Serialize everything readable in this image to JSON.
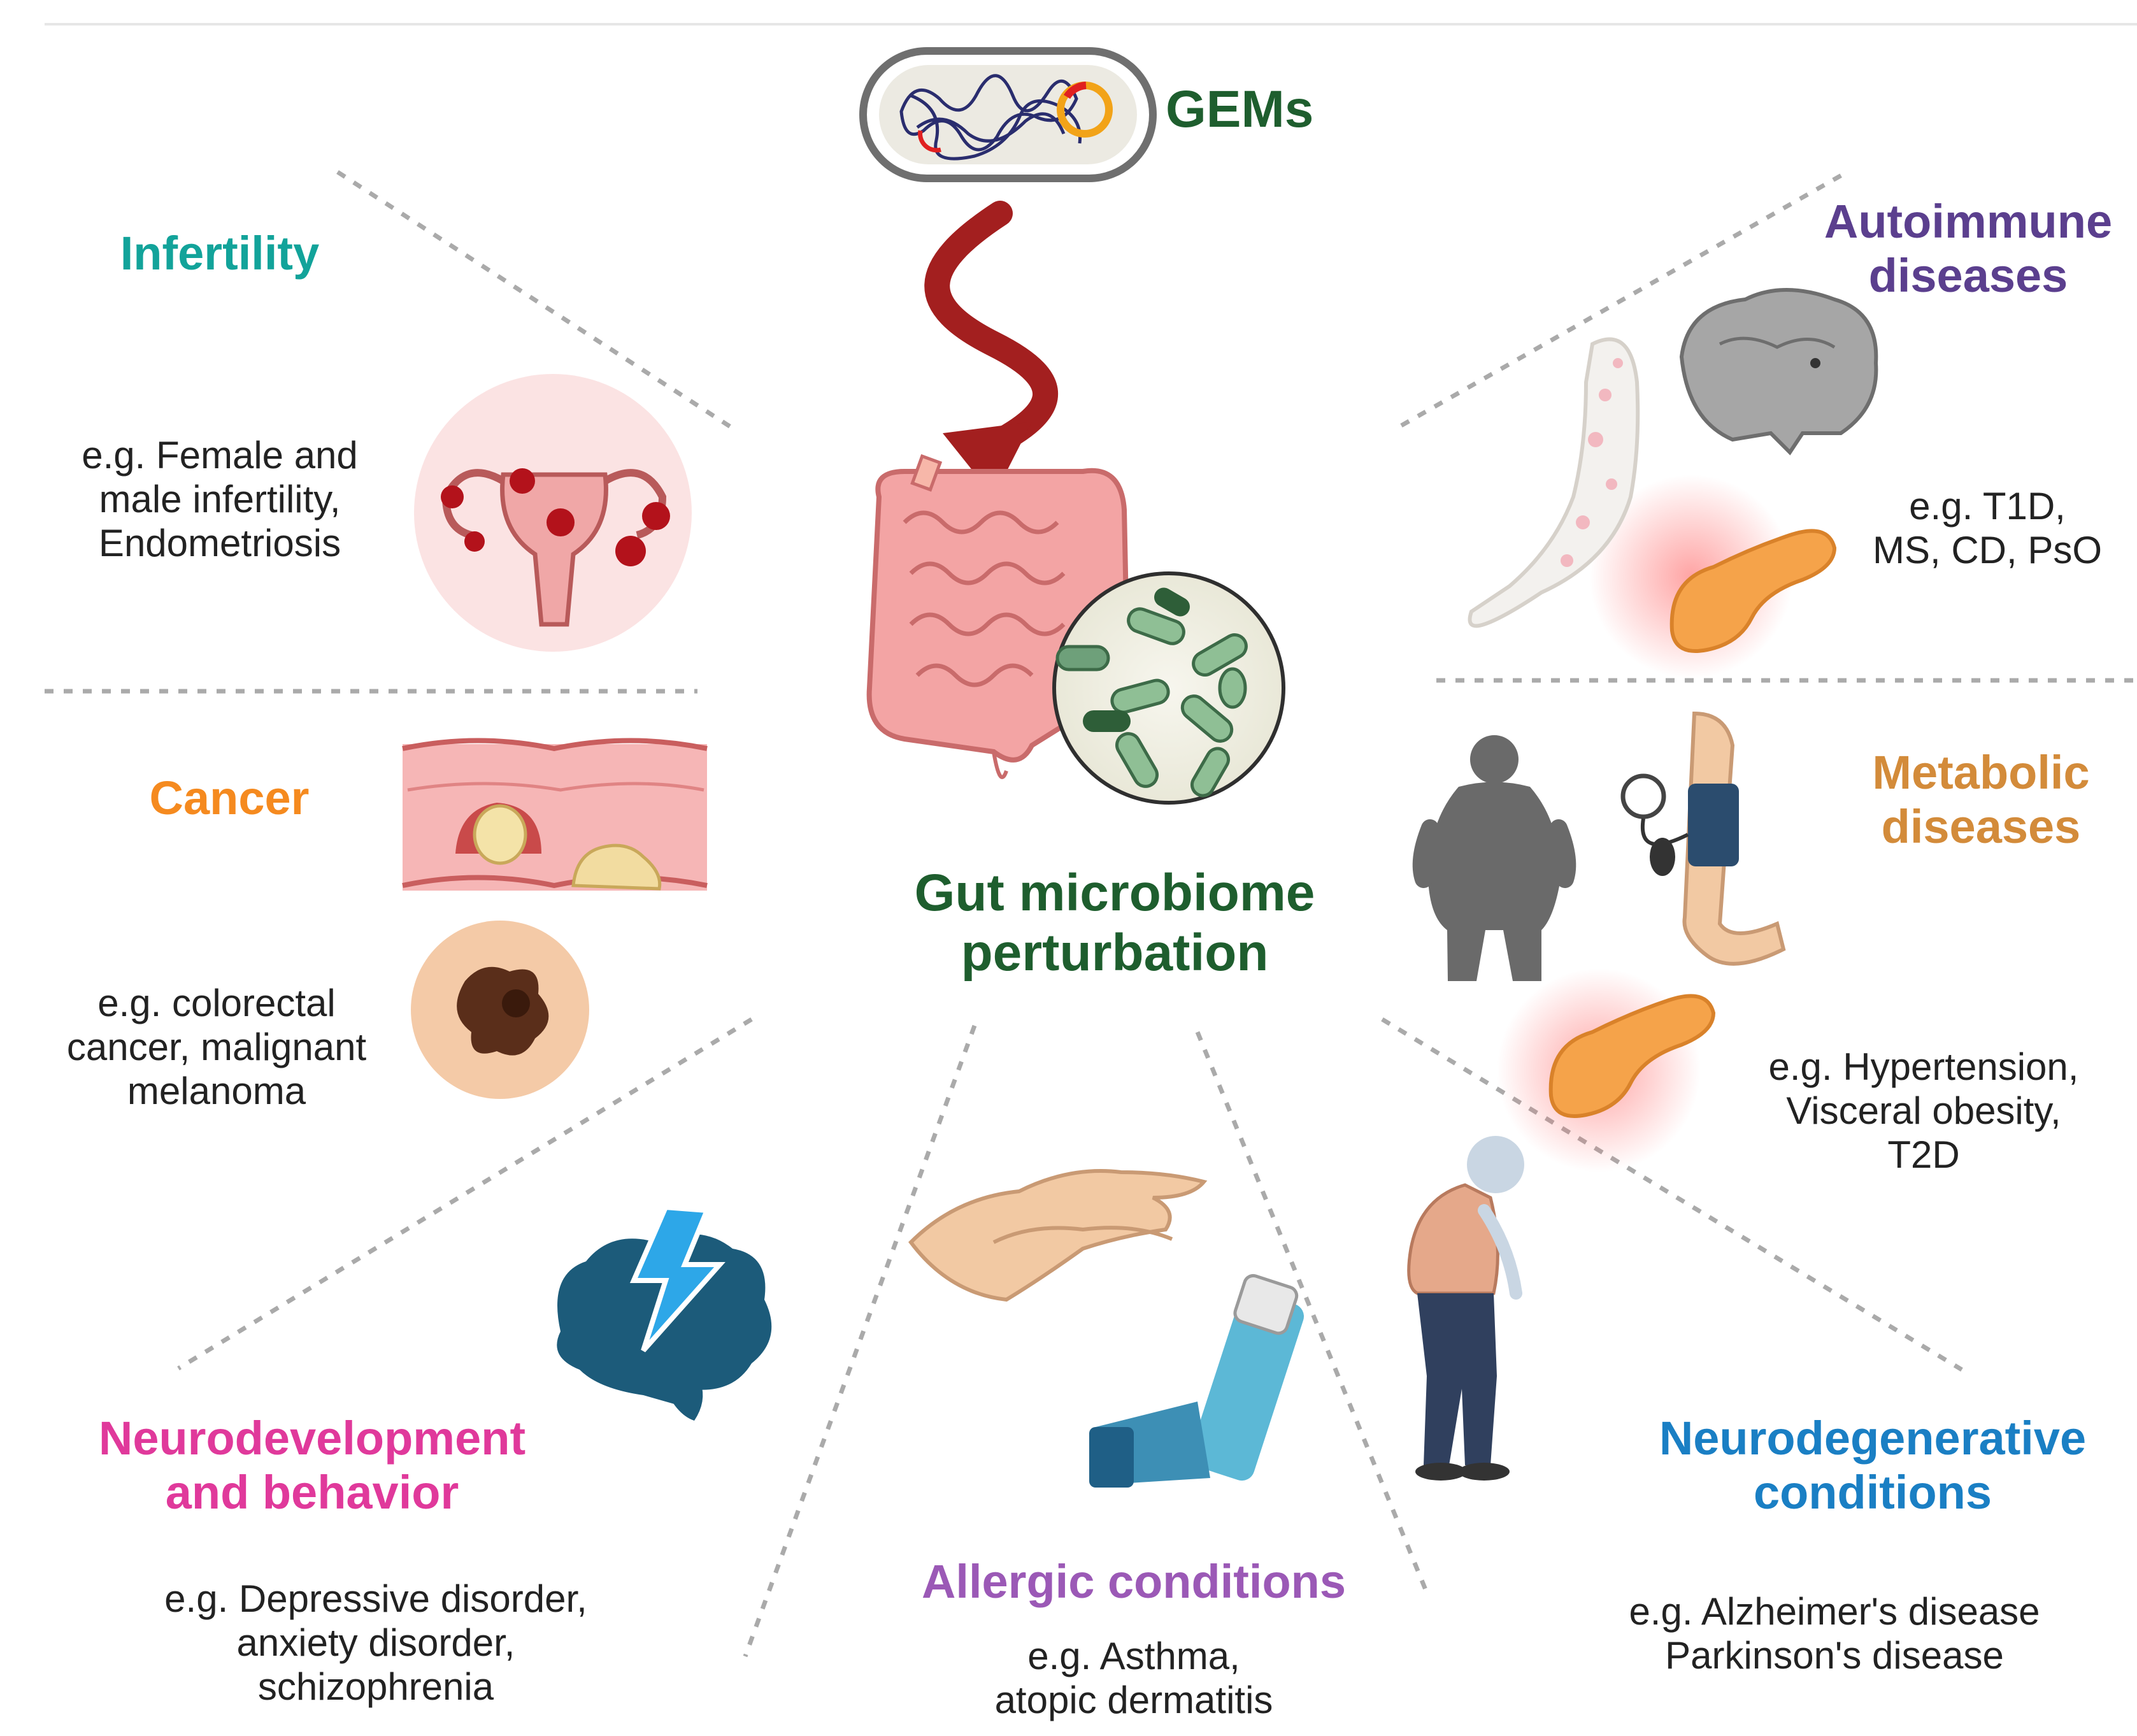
{
  "source": {
    "label": "GEMs"
  },
  "center": {
    "line1": "Gut microbiome",
    "line2": "perturbation"
  },
  "categories": {
    "infertility": {
      "title1": "Infertility",
      "title2": "",
      "desc1": "e.g. Female and",
      "desc2": "male infertility,",
      "desc3": "Endometriosis",
      "color": "#12a39a"
    },
    "cancer": {
      "title1": "Cancer",
      "title2": "",
      "desc1": "e.g. colorectal",
      "desc2": "cancer, malignant",
      "desc3": "melanoma",
      "color": "#f58a1f"
    },
    "neurodevelopment": {
      "title1": "Neurodevelopment",
      "title2": "and behavior",
      "desc1": "e.g. Depressive disorder,",
      "desc2": "anxiety disorder,",
      "desc3": "schizophrenia",
      "color": "#e0399b"
    },
    "allergic": {
      "title1": "Allergic conditions",
      "title2": "",
      "desc1": "e.g. Asthma,",
      "desc2": "atopic dermatitis",
      "desc3": "",
      "color": "#9b59b6"
    },
    "neurodegenerative": {
      "title1": "Neurodegenerative",
      "title2": "conditions",
      "desc1": "e.g. Alzheimer's disease",
      "desc2": "Parkinson's disease",
      "desc3": "",
      "color": "#1a7fc4"
    },
    "metabolic": {
      "title1": "Metabolic",
      "title2": "diseases",
      "desc1": "e.g. Hypertension,",
      "desc2": "Visceral obesity,",
      "desc3": "T2D",
      "color": "#d38b3a"
    },
    "autoimmune": {
      "title1": "Autoimmune",
      "title2": "diseases",
      "desc1": "e.g. T1D,",
      "desc2": "MS, CD, PsO",
      "desc3": "",
      "color": "#5b3f8e"
    }
  },
  "colors": {
    "hub_green": "#1e5e2e",
    "arrow_red": "#a31f1f",
    "divider": "#aaaaaa"
  },
  "icons": [
    "bacterium-icon",
    "gut-icon",
    "microbe-lens-icon",
    "uterus-icon",
    "colon-tumor-icon",
    "melanoma-icon",
    "brain-lightning-icon",
    "hands-scratching-icon",
    "inhaler-icon",
    "elderly-person-icon",
    "obese-body-icon",
    "blood-pressure-arm-icon",
    "pancreas-icon",
    "arm-rash-icon",
    "brain-section-icon"
  ]
}
